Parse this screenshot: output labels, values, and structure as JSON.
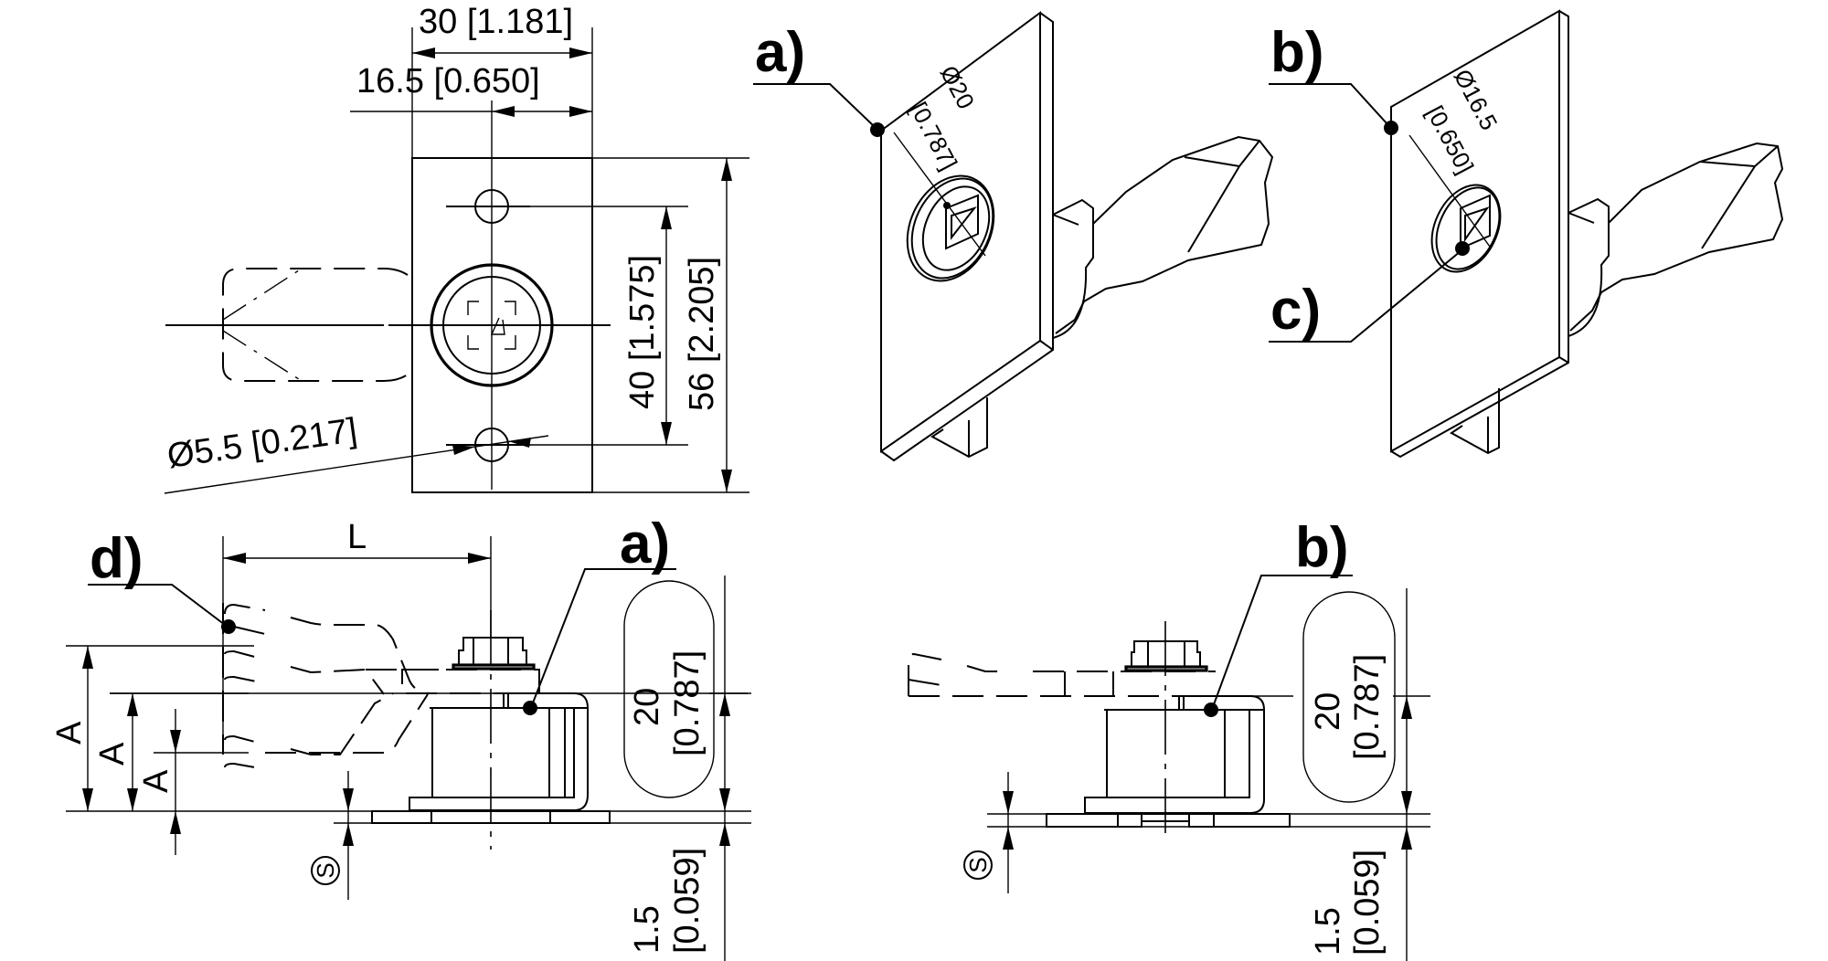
{
  "front_view": {
    "width_overall": "30 [1.181]",
    "width_offset": "16.5 [0.650]",
    "hole_spacing": "40 [1.575]",
    "height_overall": "56 [2.205]",
    "hole_diameter": "Ø5.5 [0.217]"
  },
  "iso_view_a": {
    "callout": "a)",
    "cutout_diameter_mm": "Ø20",
    "cutout_diameter_in": "[0.787]"
  },
  "iso_view_b": {
    "callout": "b)",
    "callout_c": "c)",
    "cutout_diameter_mm": "Ø16.5",
    "cutout_diameter_in": "[0.650]"
  },
  "side_view_a": {
    "callout_d": "d)",
    "callout_a": "a)",
    "length_label": "L",
    "a_labels": [
      "A",
      "A",
      "A"
    ],
    "height_mm": "20",
    "height_in": "[0.787]",
    "thickness_mm": "1.5",
    "thickness_in": "[0.059]",
    "panel_symbol": "S"
  },
  "side_view_b": {
    "callout_b": "b)",
    "height_mm": "20",
    "height_in": "[0.787]",
    "thickness_mm": "1.5",
    "thickness_in": "[0.059]",
    "panel_symbol": "S"
  }
}
